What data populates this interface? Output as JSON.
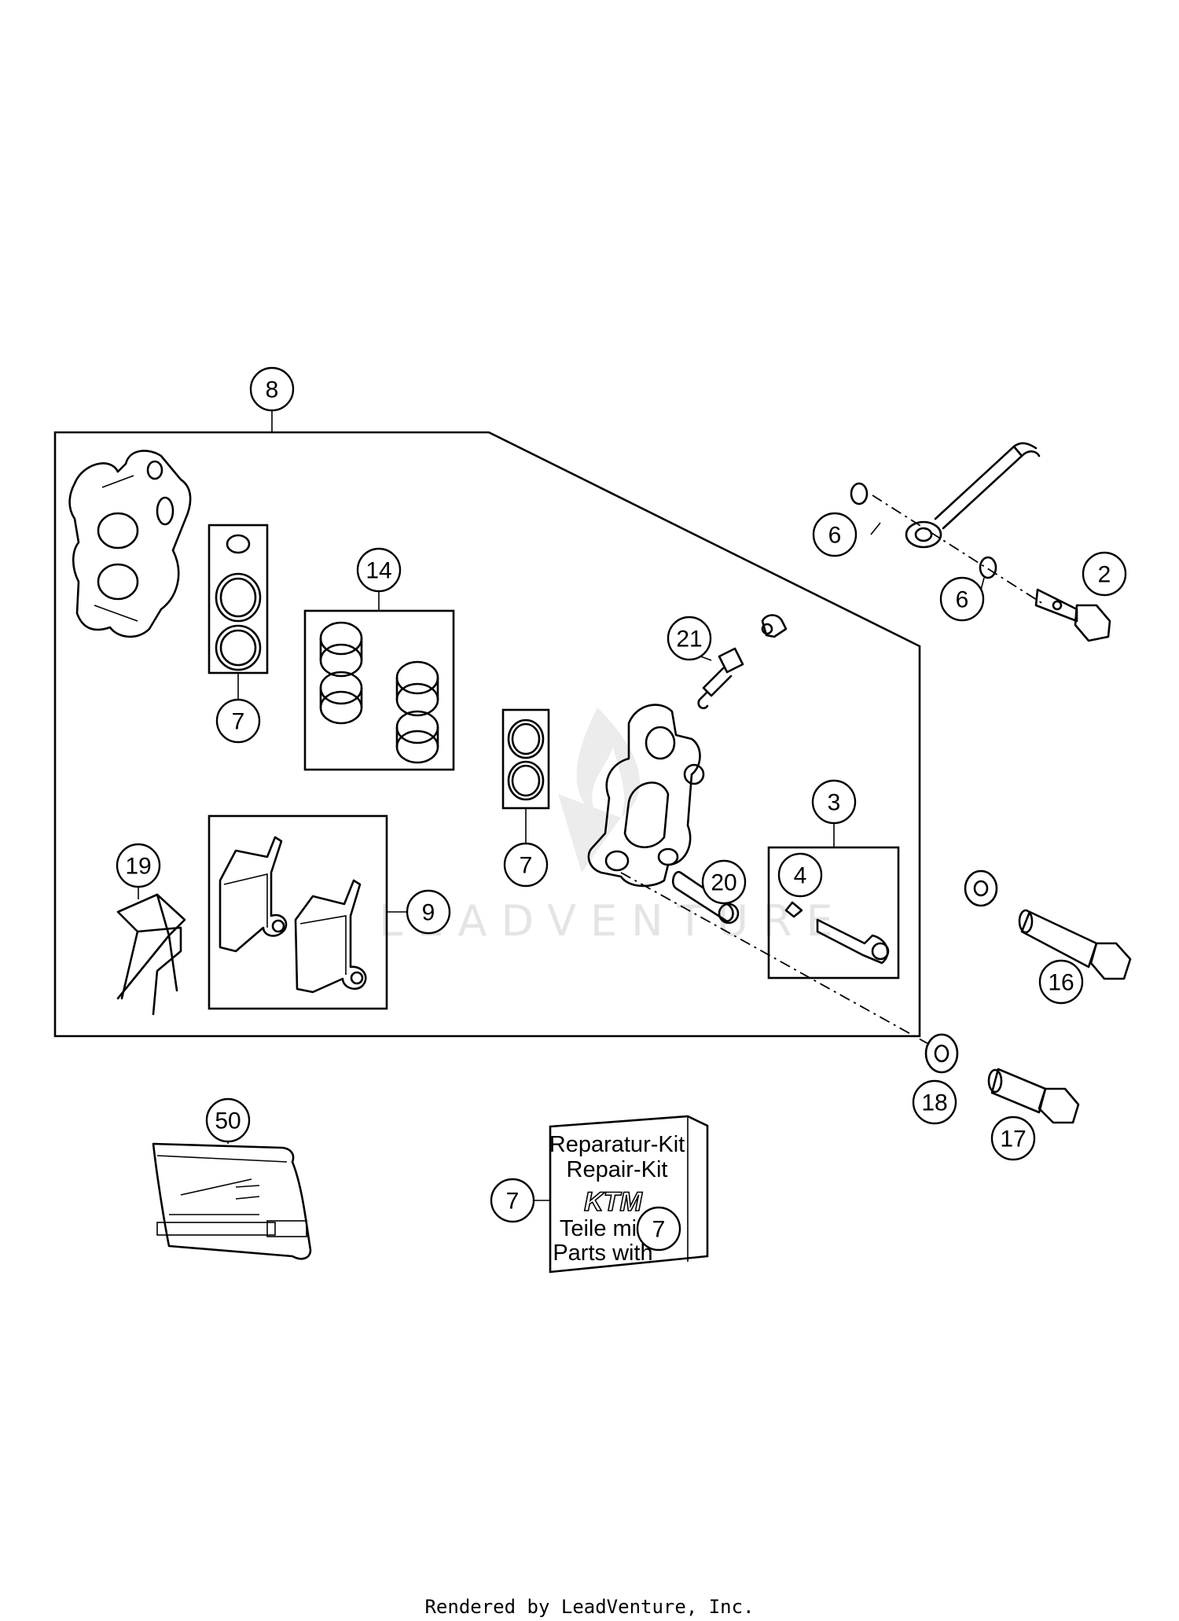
{
  "diagram": {
    "callouts": {
      "c8": "8",
      "c14": "14",
      "c7_seals_left": "7",
      "c7_seals_mid": "7",
      "c21": "21",
      "c6_top": "6",
      "c6_bottom": "6",
      "c2": "2",
      "c3": "3",
      "c4": "4",
      "c19": "19",
      "c9": "9",
      "c20": "20",
      "c16": "16",
      "c18": "18",
      "c17": "17",
      "c50": "50",
      "c7_kit": "7",
      "c7_kit_inner": "7"
    },
    "repair_kit": {
      "line1": "Reparatur-Kit",
      "line2": "Repair-Kit",
      "brand": "KTM",
      "line3": "Teile mit",
      "line4": "Parts with"
    },
    "watermark": "LEADVENTURE"
  },
  "footer": {
    "text": "Rendered by LeadVenture, Inc."
  }
}
